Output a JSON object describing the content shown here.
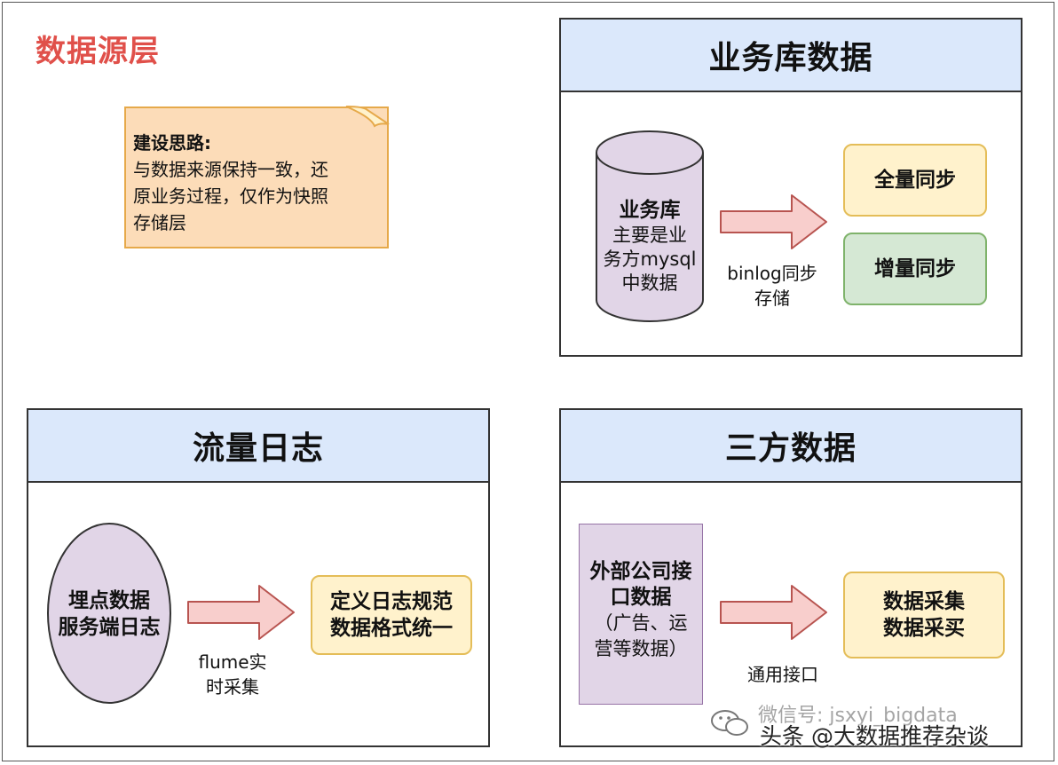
{
  "title": "数据源层",
  "note": {
    "heading": "建设思路:",
    "lines": [
      "与数据来源保持一致，还",
      "原业务过程，仅作为快照",
      "存储层"
    ]
  },
  "business_db": {
    "header": "业务库数据",
    "cylinder": {
      "title": "业务库",
      "lines": [
        "主要是业",
        "务方mysql",
        "中数据"
      ]
    },
    "arrow_label": [
      "binlog同步",
      "存储"
    ],
    "full_sync": "全量同步",
    "incremental_sync": "增量同步"
  },
  "traffic_log": {
    "header": "流量日志",
    "ellipse_lines": [
      "埋点数据",
      "服务端日志"
    ],
    "arrow_label": [
      "flume实",
      "时采集"
    ],
    "target_lines": [
      "定义日志规范",
      "数据格式统一"
    ]
  },
  "third_party": {
    "header": "三方数据",
    "source_title": [
      "外部公司接",
      "口数据"
    ],
    "source_sub": [
      "（广告、运",
      "营等数据）"
    ],
    "arrow_label": "通用接口",
    "target_lines": [
      "数据采集",
      "数据采买"
    ]
  },
  "watermark": {
    "line1": "微信号: jsxyi_bigdata",
    "line2": "头条 @大数据推荐杂谈"
  },
  "colors": {
    "title": "#e0504a",
    "header_bg": "#dbe8fb",
    "note_bg": "#fcdcb8",
    "purple_fill": "#e1d5e7",
    "arrow_fill": "#f8cecc",
    "yellow_box": "#fff2cc",
    "green_box": "#d5e8d4"
  }
}
